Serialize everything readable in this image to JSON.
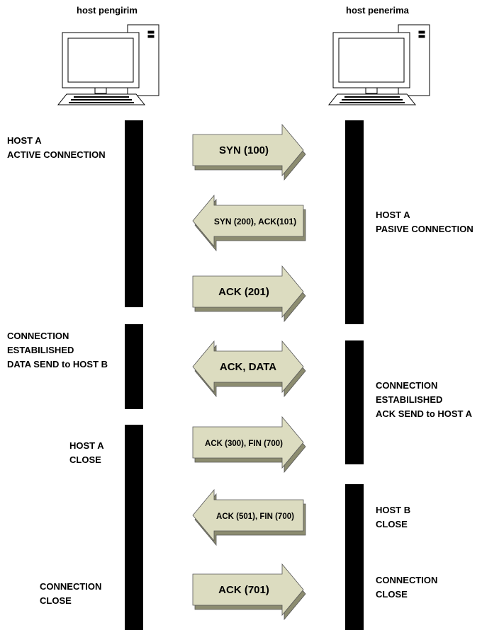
{
  "hosts": {
    "sender": "host pengirim",
    "receiver": "host penerima"
  },
  "left_labels": {
    "active": [
      "HOST A",
      "ACTIVE CONNECTION"
    ],
    "established": [
      "CONNECTION",
      "ESTABILISHED",
      "DATA SEND to  HOST B"
    ],
    "close": [
      "HOST A",
      "CLOSE"
    ],
    "conn_close": [
      "CONNECTION",
      "CLOSE"
    ]
  },
  "right_labels": {
    "passive": [
      "HOST A",
      "PASIVE CONNECTION"
    ],
    "established": [
      "CONNECTION",
      "ESTABILISHED",
      "ACK SEND to HOST A"
    ],
    "close": [
      "HOST B",
      "CLOSE"
    ],
    "conn_close": [
      "CONNECTION",
      "CLOSE"
    ]
  },
  "messages": [
    {
      "label": "SYN (100)",
      "direction": "right"
    },
    {
      "label": "SYN (200), ACK(101)",
      "direction": "left"
    },
    {
      "label": "ACK (201)",
      "direction": "right"
    },
    {
      "label": "ACK, DATA",
      "direction": "both"
    },
    {
      "label": "ACK (300), FIN (700)",
      "direction": "right"
    },
    {
      "label": "ACK (501), FIN (700)",
      "direction": "left"
    },
    {
      "label": "ACK (701)",
      "direction": "right"
    }
  ],
  "colors": {
    "arrow_face": "#dcdcc0",
    "arrow_side": "#8c8c70",
    "bar": "#000000"
  },
  "icons": [
    "desktop-computer-icon",
    "desktop-computer-icon"
  ]
}
